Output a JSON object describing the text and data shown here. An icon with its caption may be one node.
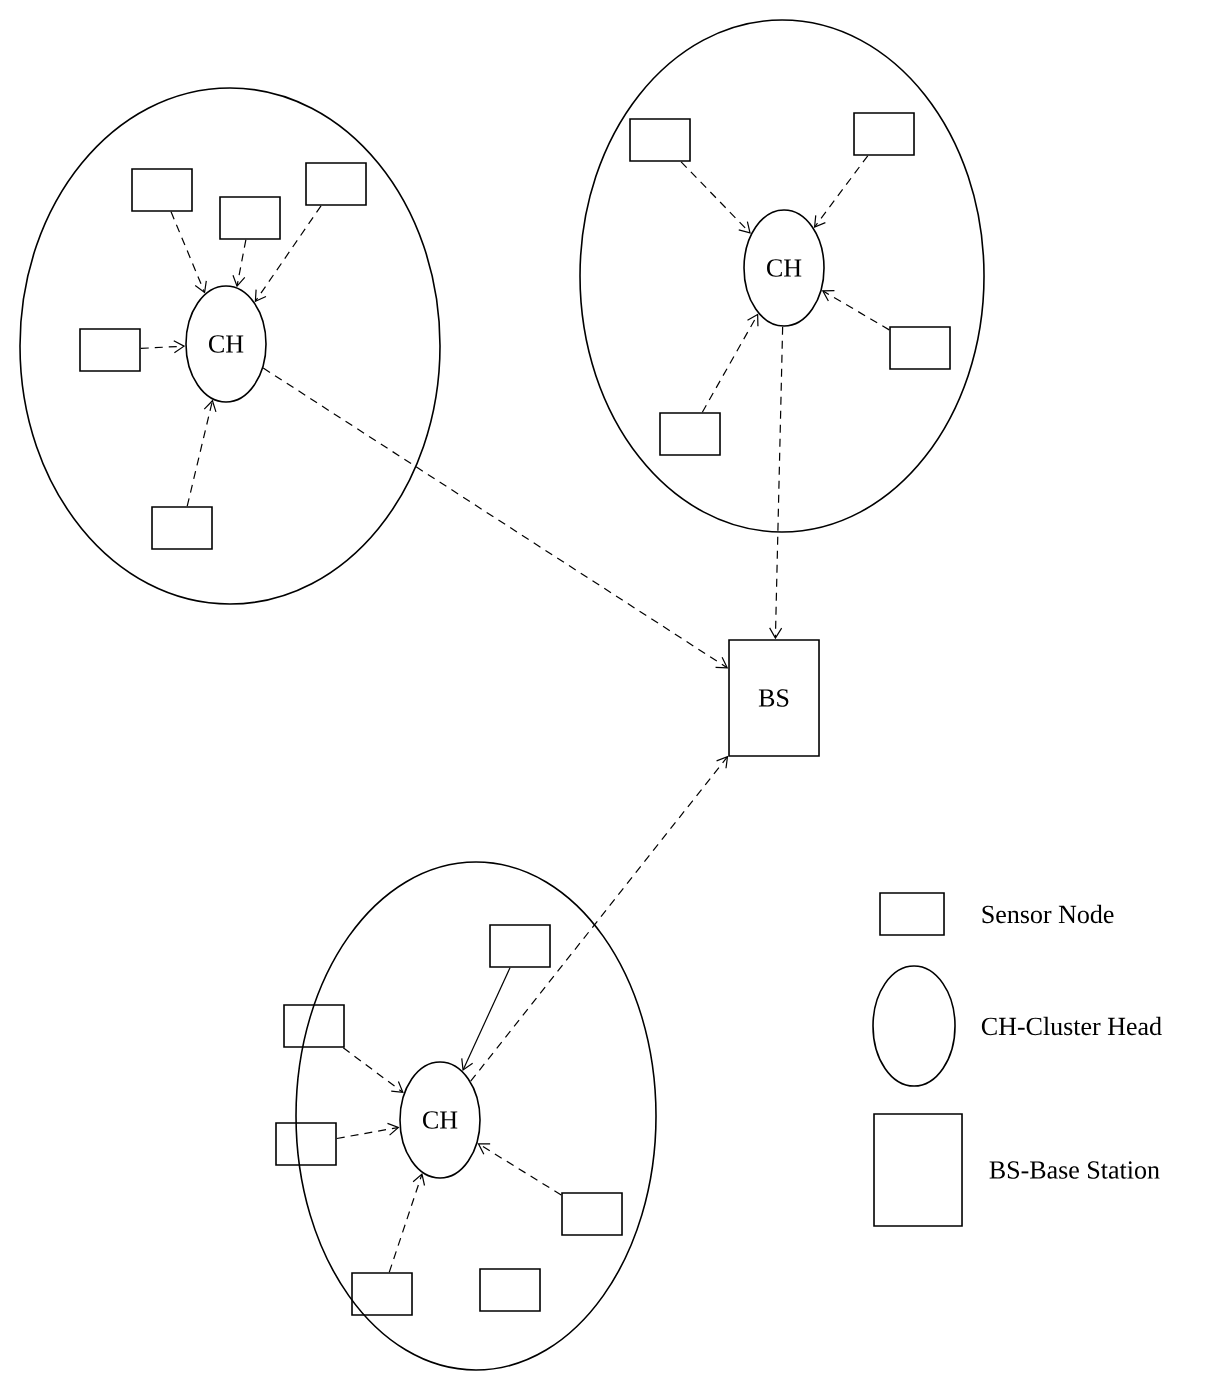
{
  "diagram": {
    "nodes": [
      {
        "text": [],
        "shape": "circle"
      },
      {
        "text": [],
        "shape": "box",
        "in": 0
      },
      {
        "text": [],
        "shape": "box",
        "in": 0
      },
      {
        "text": [],
        "shape": "box",
        "in": 0
      },
      {
        "text": [],
        "shape": "box",
        "in": 0
      },
      {
        "text": [
          "CH"
        ],
        "in": 0
      },
      {
        "text": [],
        "shape": "box",
        "in": 0
      },
      {
        "text": [],
        "shape": "circle"
      },
      {
        "text": [],
        "shape": "box",
        "in": 7
      },
      {
        "text": [],
        "shape": "box",
        "in": 7
      },
      {
        "text": [
          "CH"
        ],
        "in": 7
      },
      {
        "text": [],
        "shape": "box",
        "in": 7
      },
      {
        "text": [],
        "shape": "box",
        "in": 7
      },
      {
        "text": [
          "BS"
        ]
      },
      {
        "text": [],
        "shape": "circle"
      },
      {
        "text": [],
        "shape": "box",
        "in": 14
      },
      {
        "text": [],
        "shape": "box",
        "in": 14
      },
      {
        "text": [],
        "shape": "box",
        "in": 14
      },
      {
        "text": [
          "CH"
        ],
        "in": 14
      },
      {
        "text": [],
        "shape": "box",
        "in": 14
      },
      {
        "text": [],
        "shape": "box",
        "in": 14
      },
      {
        "text": [],
        "shape": "box",
        "in": 14
      }
    ],
    "edges": [
      {
        "from": 1,
        "to": 5,
        "arrow": "to",
        "style": "dashed"
      },
      {
        "from": 2,
        "to": 5,
        "arrow": "to",
        "style": "dashed"
      },
      {
        "from": 3,
        "to": 5,
        "arrow": "to",
        "style": "dashed"
      },
      {
        "from": 4,
        "to": 5,
        "arrow": "to",
        "style": "dashed"
      },
      {
        "from": 6,
        "to": 5,
        "arrow": "to",
        "style": "dashed"
      },
      {
        "from": 5,
        "to": 13,
        "arrow": "to",
        "style": "dashed"
      },
      {
        "from": 8,
        "to": 10,
        "arrow": "to",
        "style": "dashed"
      },
      {
        "from": 9,
        "to": 10,
        "arrow": "to",
        "style": "dashed"
      },
      {
        "from": 11,
        "to": 10,
        "arrow": "to",
        "style": "dashed"
      },
      {
        "from": 12,
        "to": 10,
        "arrow": "to",
        "style": "dashed"
      },
      {
        "from": 10,
        "to": 13,
        "arrow": "to",
        "style": "dashed"
      },
      {
        "from": 15,
        "to": 18,
        "arrow": "to"
      },
      {
        "from": 16,
        "to": 18,
        "arrow": "to",
        "style": "dashed"
      },
      {
        "from": 17,
        "to": 18,
        "arrow": "to",
        "style": "dashed"
      },
      {
        "from": 19,
        "to": 18,
        "arrow": "to",
        "style": "dashed"
      },
      {
        "from": 20,
        "to": 18,
        "arrow": "to",
        "style": "dashed"
      },
      {
        "from": 18,
        "to": 13,
        "arrow": "to",
        "style": "dashed"
      }
    ],
    "legend": [
      {
        "text": "Sensor Node"
      },
      {
        "text": "CH-Cluster Head"
      },
      {
        "text": "BS-Base Station"
      }
    ]
  }
}
